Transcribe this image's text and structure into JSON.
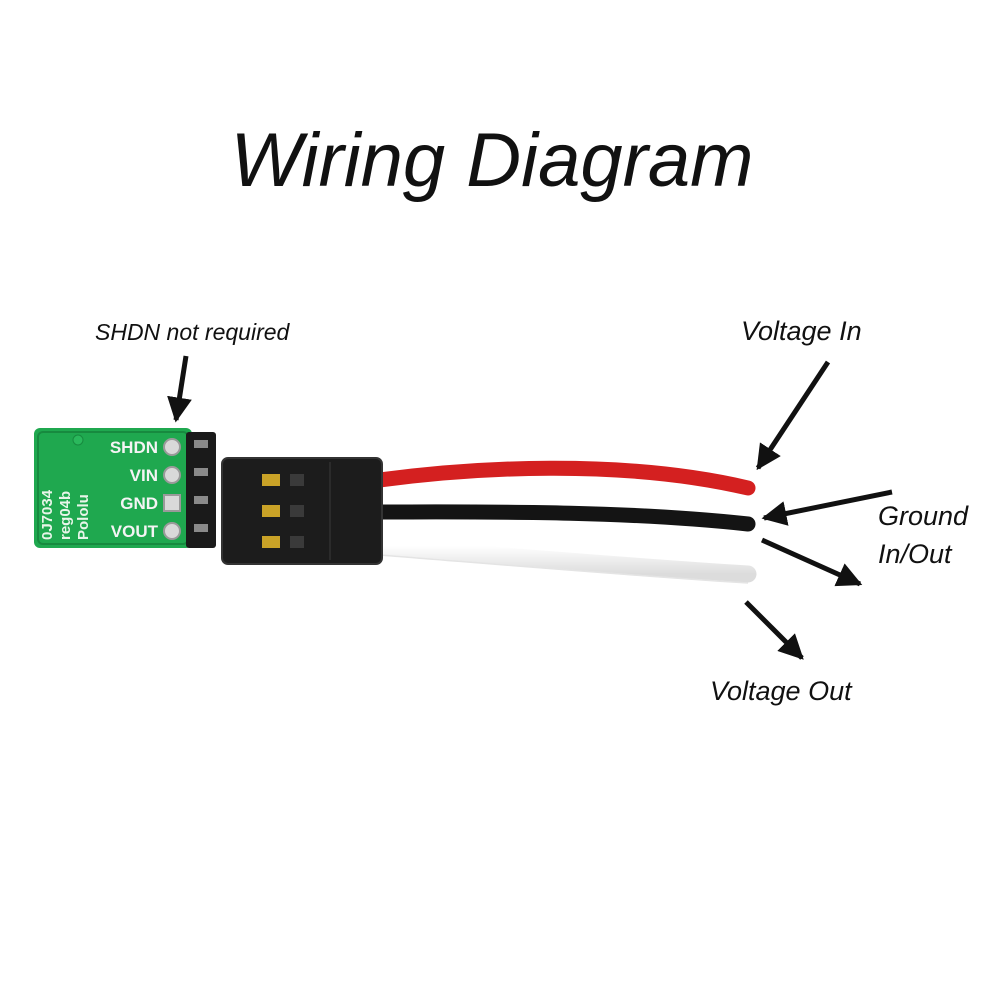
{
  "title": "Wiring Diagram",
  "callouts": {
    "shdn": "SHDN not required",
    "voltage_in": "Voltage In",
    "ground_line1": "Ground",
    "ground_line2": "In/Out",
    "voltage_out": "Voltage Out"
  },
  "board": {
    "pins": [
      "SHDN",
      "VIN",
      "GND",
      "VOUT"
    ],
    "silkscreen": [
      "0J7034",
      "reg04b",
      "Pololu"
    ]
  },
  "colors": {
    "pcb": "#1fa84f",
    "wire_red": "#d42020",
    "wire_black": "#141414",
    "wire_white": "#f2f2f2",
    "connector": "#1c1c1c",
    "pin_gold": "#c9a227"
  },
  "icons": [
    "arrow-icon"
  ]
}
